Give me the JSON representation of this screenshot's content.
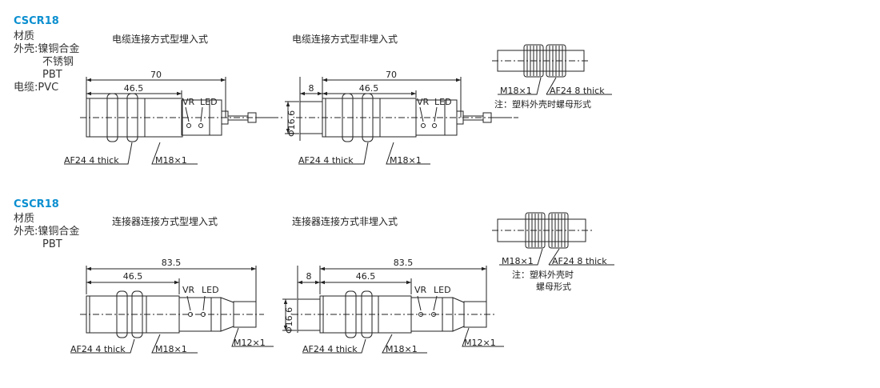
{
  "sections": [
    {
      "model": "CSCR18",
      "specs": [
        "材质",
        "外壳:镍铜合金",
        "不锈钢",
        "PBT",
        "电缆:PVC"
      ],
      "diagrams": [
        {
          "title": "电缆连接方式型埋入式",
          "total": "70",
          "body": "46.5",
          "vr": "VR",
          "led": "LED",
          "af": "AF24 4 thick",
          "thread": "M18×1"
        },
        {
          "title": "电缆连接方式型非埋入式",
          "offset": "8",
          "total": "70",
          "body": "46.5",
          "vr": "VR",
          "led": "LED",
          "af": "AF24 4 thick",
          "thread": "M18×1",
          "dia": "Φ16.6"
        }
      ],
      "side": {
        "thread": "M18×1",
        "af": "AF24 8 thick",
        "note": [
          "注：塑料外壳时螺母形式"
        ]
      }
    },
    {
      "model": "CSCR18",
      "specs": [
        "材质",
        "外壳:镍铜合金",
        "PBT"
      ],
      "diagrams": [
        {
          "title": "连接器连接方式型埋入式",
          "total": "83.5",
          "body": "46.5",
          "vr": "VR",
          "led": "LED",
          "af": "AF24 4 thick",
          "thread": "M18×1",
          "conn": "M12×1"
        },
        {
          "title": "连接器连接方式非埋入式",
          "offset": "8",
          "total": "83.5",
          "body": "46.5",
          "vr": "VR",
          "led": "LED",
          "af": "AF24 4 thick",
          "thread": "M18×1",
          "conn": "M12×1",
          "dia": "Φ16.6"
        }
      ],
      "side": {
        "thread": "M18×1",
        "af": "AF24 8 thick",
        "note": [
          "注：塑料外壳时",
          "螺母形式"
        ]
      }
    }
  ]
}
